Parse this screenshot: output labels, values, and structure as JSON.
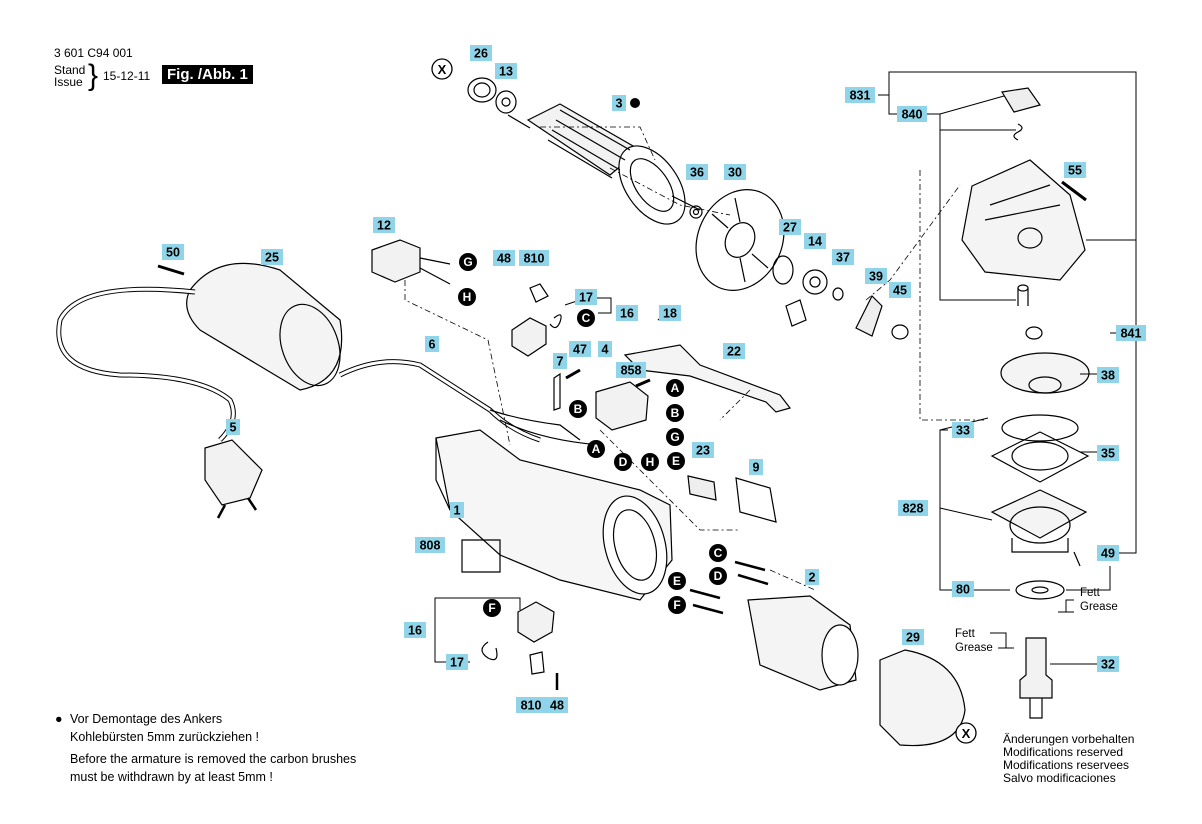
{
  "header": {
    "doc_number": "3 601 C94 001",
    "stand": "Stand",
    "issue": "Issue",
    "date": "15-12-11",
    "figure": "Fig. /Abb. 1"
  },
  "notes": {
    "de_line1": "Vor Demontage des Ankers",
    "de_line2": "Kohlebürsten 5mm zurückziehen !",
    "en_line1": "Before the armature is removed the carbon brushes",
    "en_line2": "must be withdrawn by at least 5mm !"
  },
  "modifications": [
    "Änderungen vorbehalten",
    "Modifications reserved",
    "Modifications reservees",
    "Salvo modificaciones"
  ],
  "fett_grease": {
    "fett": "Fett",
    "grease": "Grease"
  },
  "part_labels": [
    "26",
    "13",
    "3",
    "36",
    "30",
    "27",
    "14",
    "37",
    "39",
    "45",
    "831",
    "840",
    "55",
    "841",
    "38",
    "33",
    "35",
    "828",
    "49",
    "80",
    "32",
    "12",
    "48",
    "810",
    "17",
    "16",
    "18",
    "22",
    "50",
    "25",
    "6",
    "7",
    "47",
    "4",
    "858",
    "23",
    "9",
    "5",
    "1",
    "808",
    "2",
    "29",
    "16",
    "17",
    "810",
    "48"
  ],
  "connector_letters": [
    "G",
    "H",
    "C",
    "A",
    "B",
    "B",
    "G",
    "A",
    "D",
    "H",
    "E",
    "C",
    "D",
    "E",
    "F",
    "F"
  ],
  "cross_ref": "X",
  "colors": {
    "label_bg": "#8fd4e8",
    "ink": "#000000"
  }
}
